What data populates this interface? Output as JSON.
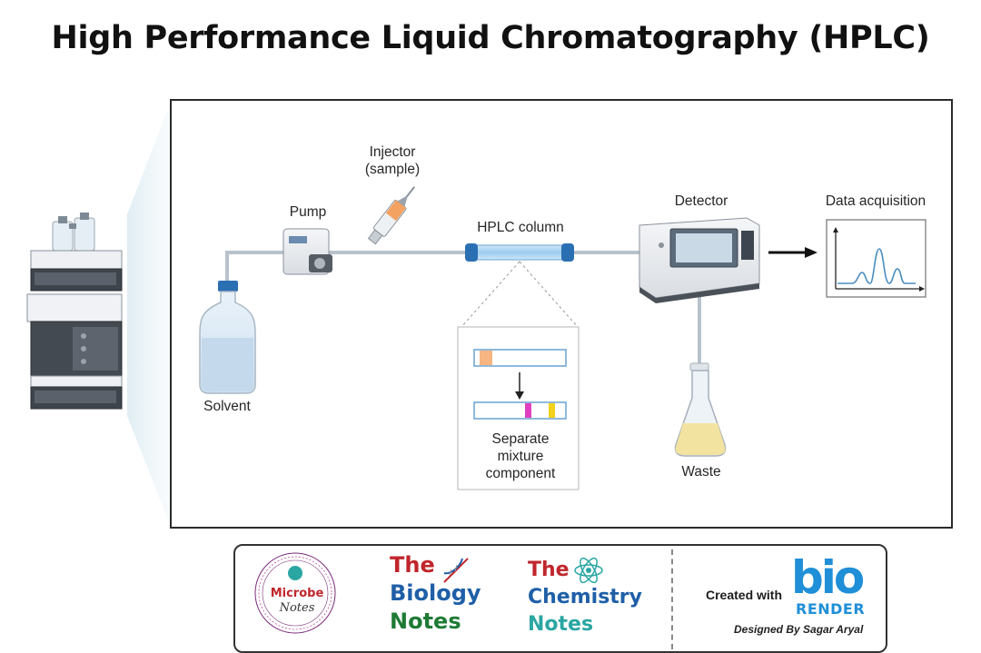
{
  "title": "High Performance Liquid Chromatography (HPLC)",
  "labels": {
    "injector": "Injector\n(sample)",
    "pump": "Pump",
    "hplc_column": "HPLC column",
    "detector": "Detector",
    "data_acquisition": "Data acquisition",
    "solvent": "Solvent",
    "separate": "Separate\nmixture\ncomponent",
    "waste": "Waste"
  },
  "footer": {
    "microbe_notes": {
      "line1": "Microbe",
      "line2": "Notes"
    },
    "biology_notes": {
      "the": "The",
      "main": "Biology",
      "notes": "Notes"
    },
    "chemistry_notes": {
      "the": "The",
      "main": "Chemistry",
      "notes": "Notes"
    },
    "created_with": "Created with",
    "biorender_logo": "bio",
    "biorender_word": "RENDER",
    "designed_by": "Designed By Sagar Aryal"
  },
  "icons": [
    "dna-icon",
    "atom-icon"
  ],
  "colors": {
    "frame": "#2b2b2b",
    "column_cap": "#2b6fb3",
    "column_body": "#a9d3f2",
    "sample_band": "#f4a261",
    "band_magenta": "#e040c0",
    "band_yellow": "#f2d21c",
    "waste_liquid": "#f3e3a0",
    "brand_red": "#c0262c",
    "brand_blue": "#1f5fa8",
    "brand_green": "#1e7b34",
    "brand_teal": "#2aa6a3",
    "biorender_blue": "#1f8fd8"
  }
}
